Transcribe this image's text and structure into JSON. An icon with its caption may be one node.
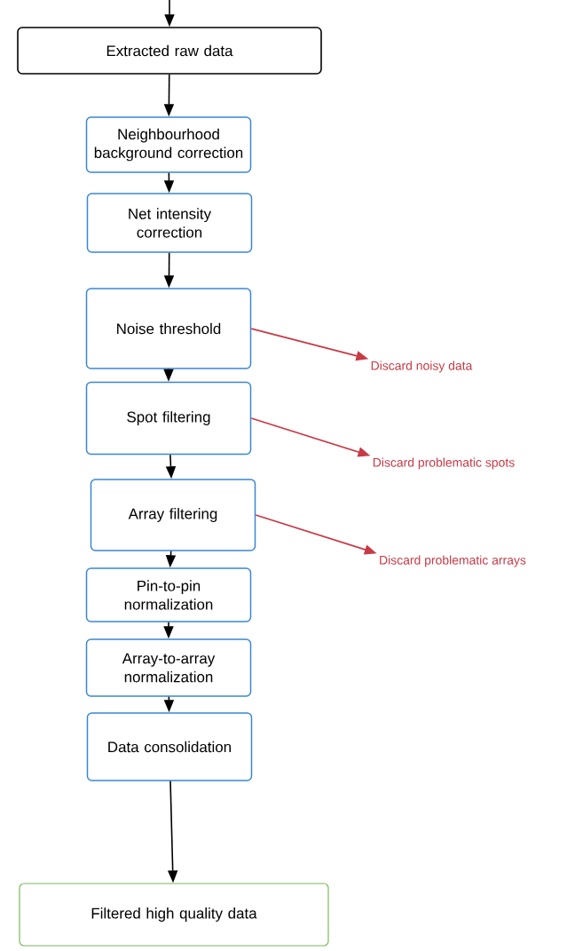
{
  "diagram": {
    "nodes": [
      {
        "text": [
          "Extracted raw data"
        ]
      },
      {
        "text": [
          "Neighbourhood background correction"
        ]
      },
      {
        "text": [
          "Net intensity correction"
        ]
      },
      {
        "text": [
          "Noise threshold"
        ]
      },
      {
        "text": [
          "Spot filtering"
        ]
      },
      {
        "text": [
          "Array filtering"
        ]
      },
      {
        "text": [
          "Pin-to-pin normalization"
        ]
      },
      {
        "text": [
          "Array-to-array normalization"
        ]
      },
      {
        "text": [
          "Data consolidation"
        ]
      },
      {
        "text": [
          "Filtered high quality data"
        ]
      },
      {
        "text": [
          "Discard noisy data"
        ]
      },
      {
        "text": [
          "Discard problematic spots"
        ]
      },
      {
        "text": [
          "Discard problematic arrays"
        ]
      }
    ],
    "edges": [
      {
        "from": null,
        "to": 0,
        "arrow": "to"
      },
      {
        "from": 0,
        "to": 1,
        "arrow": "to"
      },
      {
        "from": 1,
        "to": 2,
        "arrow": "to"
      },
      {
        "from": 2,
        "to": 3,
        "arrow": "to"
      },
      {
        "from": 3,
        "to": 4,
        "arrow": "to"
      },
      {
        "from": 4,
        "to": 5,
        "arrow": "to"
      },
      {
        "from": 5,
        "to": 6,
        "arrow": "to"
      },
      {
        "from": 6,
        "to": 7,
        "arrow": "to"
      },
      {
        "from": 7,
        "to": 8,
        "arrow": "to"
      },
      {
        "from": 8,
        "to": 9,
        "arrow": "to"
      },
      {
        "from": 3,
        "to": 10,
        "arrow": "to",
        "color": "#c83a45"
      },
      {
        "from": 4,
        "to": 11,
        "arrow": "to",
        "color": "#c83a45"
      },
      {
        "from": 5,
        "to": 12,
        "arrow": "to",
        "color": "#c83a45"
      }
    ]
  }
}
